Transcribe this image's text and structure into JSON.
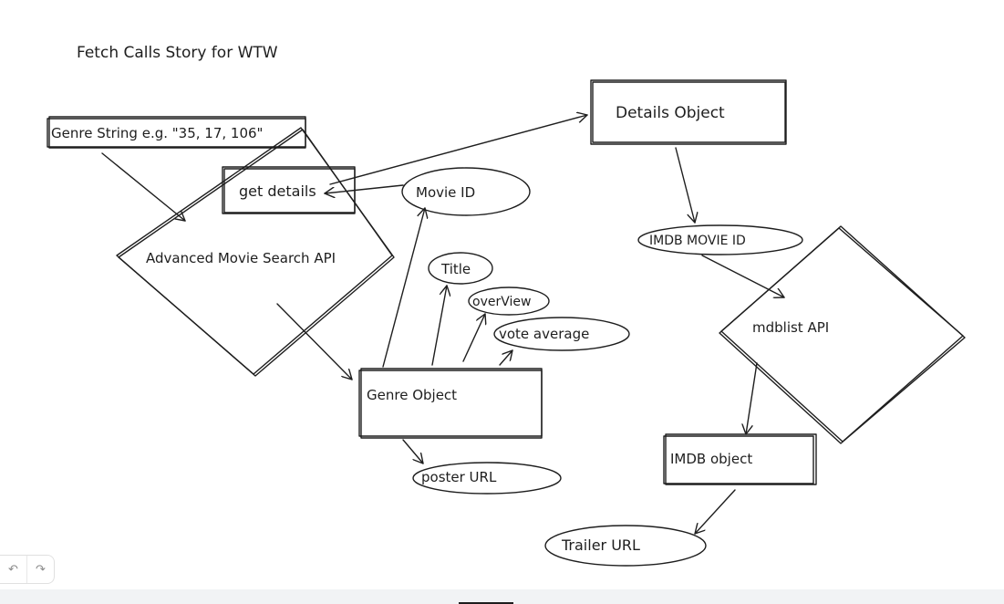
{
  "diagram": {
    "title": "Fetch Calls Story for WTW",
    "nodes": {
      "genre_string": "Genre String e.g. \"35, 17, 106\"",
      "get_details": "get details",
      "advanced_search": "Advanced Movie Search API",
      "movie_id": "Movie ID",
      "title": "Title",
      "overview": "overView",
      "vote_average": "vote average",
      "genre_object": "Genre Object",
      "poster_url": "poster URL",
      "details_object": "Details Object",
      "imdb_movie_id": "IMDB MOVIE ID",
      "mdblist_api": "mdblist API",
      "imdb_object": "IMDB object",
      "trailer_url": "Trailer URL"
    }
  },
  "toolbar": {
    "undo_icon": "undo-icon",
    "redo_icon": "redo-icon"
  },
  "colors": {
    "ink": "#1e1e1e",
    "background": "#ffffff",
    "footer": "#f1f3f5"
  }
}
